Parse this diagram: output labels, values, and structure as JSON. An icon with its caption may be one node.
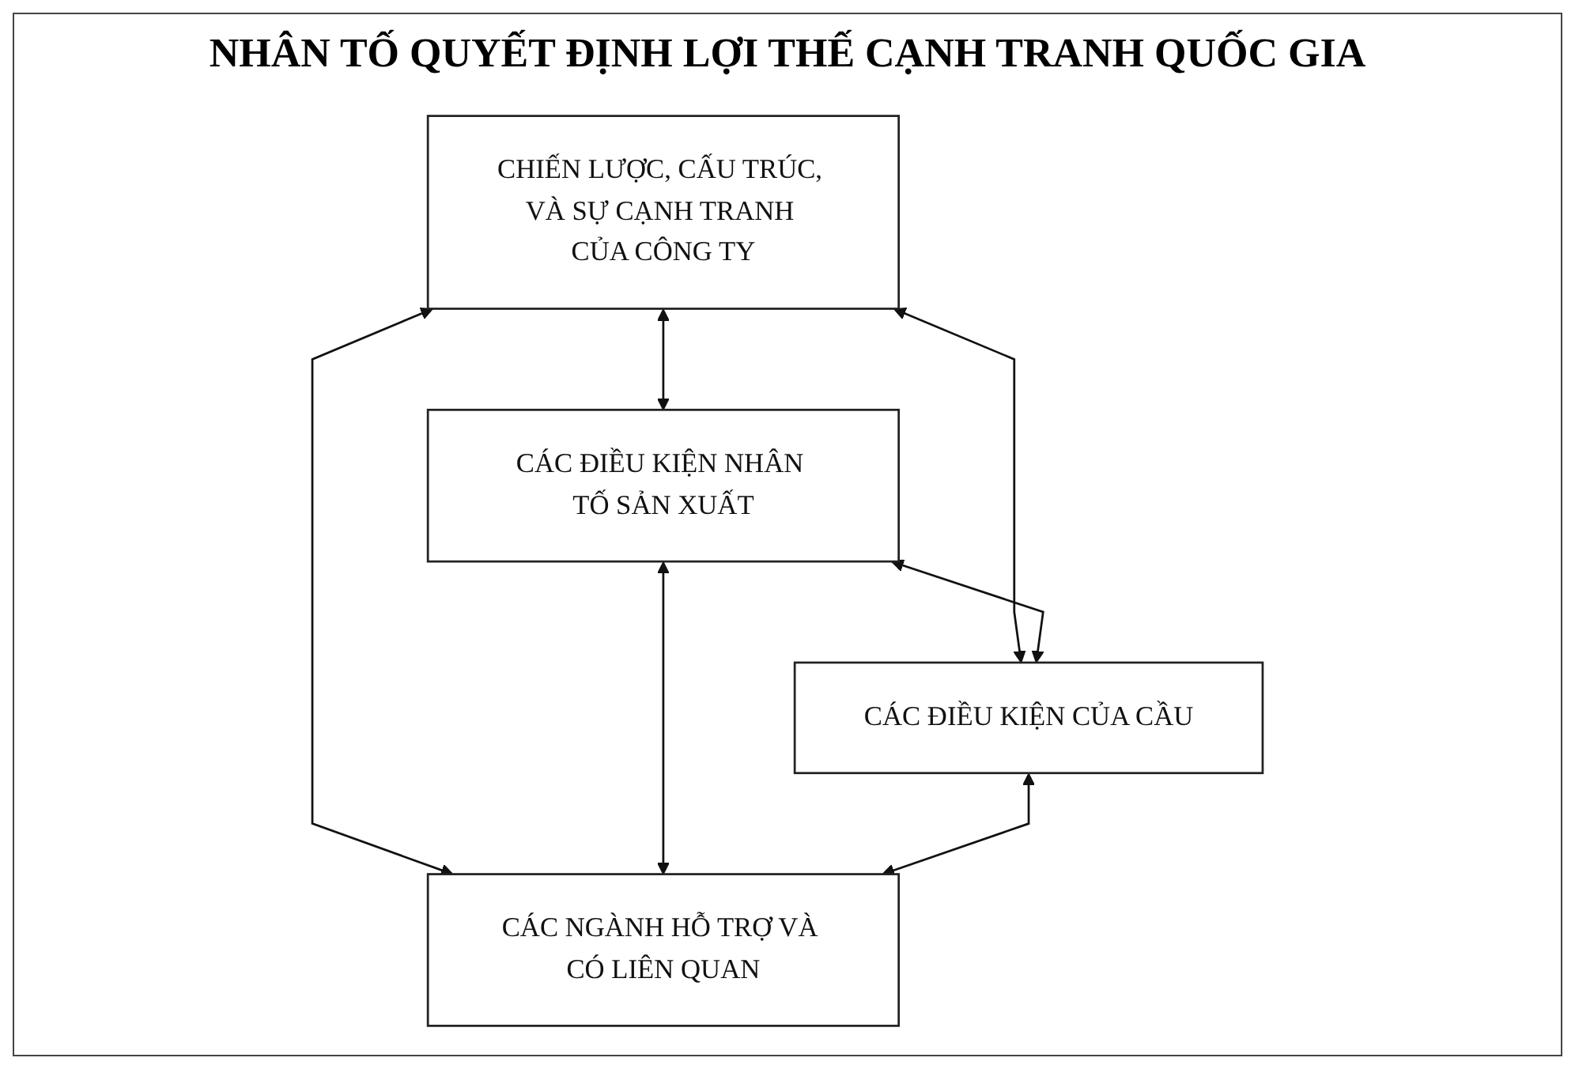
{
  "diagram": {
    "title": "NHÂN TỐ QUYẾT ĐỊNH LỢI THẾ CẠNH TRANH QUỐC GIA",
    "nodes": [
      {
        "text": [
          "CHIẾN LƯỢC, CẤU TRÚC, VÀ SỰ CẠNH TRANH CỦA CÔNG TY"
        ]
      },
      {
        "text": [
          "CÁC ĐIỀU KIỆN NHÂN TỐ SẢN XUẤT"
        ]
      },
      {
        "text": [
          "CÁC ĐIỀU KIỆN CỦA CẦU"
        ]
      },
      {
        "text": [
          "CÁC NGÀNH HỖ TRỢ VÀ CÓ LIÊN QUAN"
        ]
      }
    ],
    "edges": [
      {
        "from": 0,
        "to": 1,
        "arrow": "both"
      },
      {
        "from": 0,
        "to": 2,
        "arrow": "both"
      },
      {
        "from": 1,
        "to": 2,
        "arrow": "both"
      },
      {
        "from": 0,
        "to": 3,
        "arrow": "both"
      },
      {
        "from": 1,
        "to": 3,
        "arrow": "both"
      },
      {
        "from": 2,
        "to": 3,
        "arrow": "both"
      }
    ]
  }
}
